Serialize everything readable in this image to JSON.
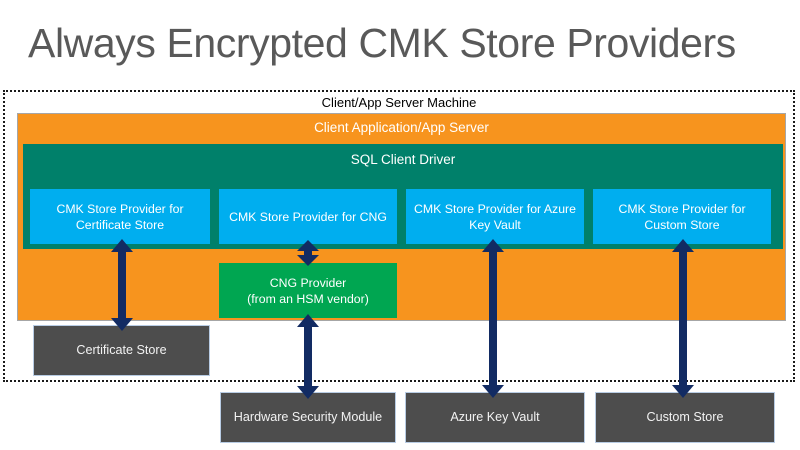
{
  "title": "Always Encrypted CMK Store Providers",
  "diagram": {
    "boundary_label": "Client/App Server Machine",
    "client_application_label": "Client Application/App Server",
    "sql_client_driver_label": "SQL Client Driver",
    "providers": [
      {
        "name": "provider-certificate-store",
        "label": "CMK Store Provider for Certificate Store"
      },
      {
        "name": "provider-cng",
        "label": "CMK Store Provider for CNG"
      },
      {
        "name": "provider-azure-key-vault",
        "label": "CMK Store Provider for Azure Key Vault"
      },
      {
        "name": "provider-custom-store",
        "label": "CMK Store Provider for Custom Store"
      }
    ],
    "cng_provider": {
      "line1": "CNG Provider",
      "line2": "(from an HSM vendor)",
      "label": "CNG Provider (from an HSM vendor)"
    },
    "stores": [
      {
        "name": "certificate-store",
        "label": "Certificate Store"
      },
      {
        "name": "hardware-security-module",
        "label": "Hardware Security Module"
      },
      {
        "name": "azure-key-vault",
        "label": "Azure Key Vault"
      },
      {
        "name": "custom-store",
        "label": "Custom Store"
      }
    ],
    "connectors": [
      {
        "name": "connector-certificate",
        "from": "CMK Store Provider for Certificate Store",
        "to": "Certificate Store",
        "style": "double-headed-arrow"
      },
      {
        "name": "connector-cng",
        "from": "CMK Store Provider for CNG",
        "to": "CNG Provider",
        "style": "double-headed-arrow"
      },
      {
        "name": "connector-hsm",
        "from": "CNG Provider",
        "to": "Hardware Security Module",
        "style": "double-headed-arrow"
      },
      {
        "name": "connector-akv",
        "from": "CMK Store Provider for Azure Key Vault",
        "to": "Azure Key Vault",
        "style": "double-headed-arrow"
      },
      {
        "name": "connector-custom",
        "from": "CMK Store Provider for Custom Store",
        "to": "Custom Store",
        "style": "double-headed-arrow"
      }
    ]
  },
  "colors": {
    "title_gray": "#595959",
    "orange": "#F7941E",
    "teal": "#00806A",
    "blue": "#00AEEF",
    "green": "#00A651",
    "gray_store": "#4D4D4D",
    "arrow_navy": "#122B63",
    "boundary": "#1A1A1A",
    "background": "#FFFFFF"
  }
}
